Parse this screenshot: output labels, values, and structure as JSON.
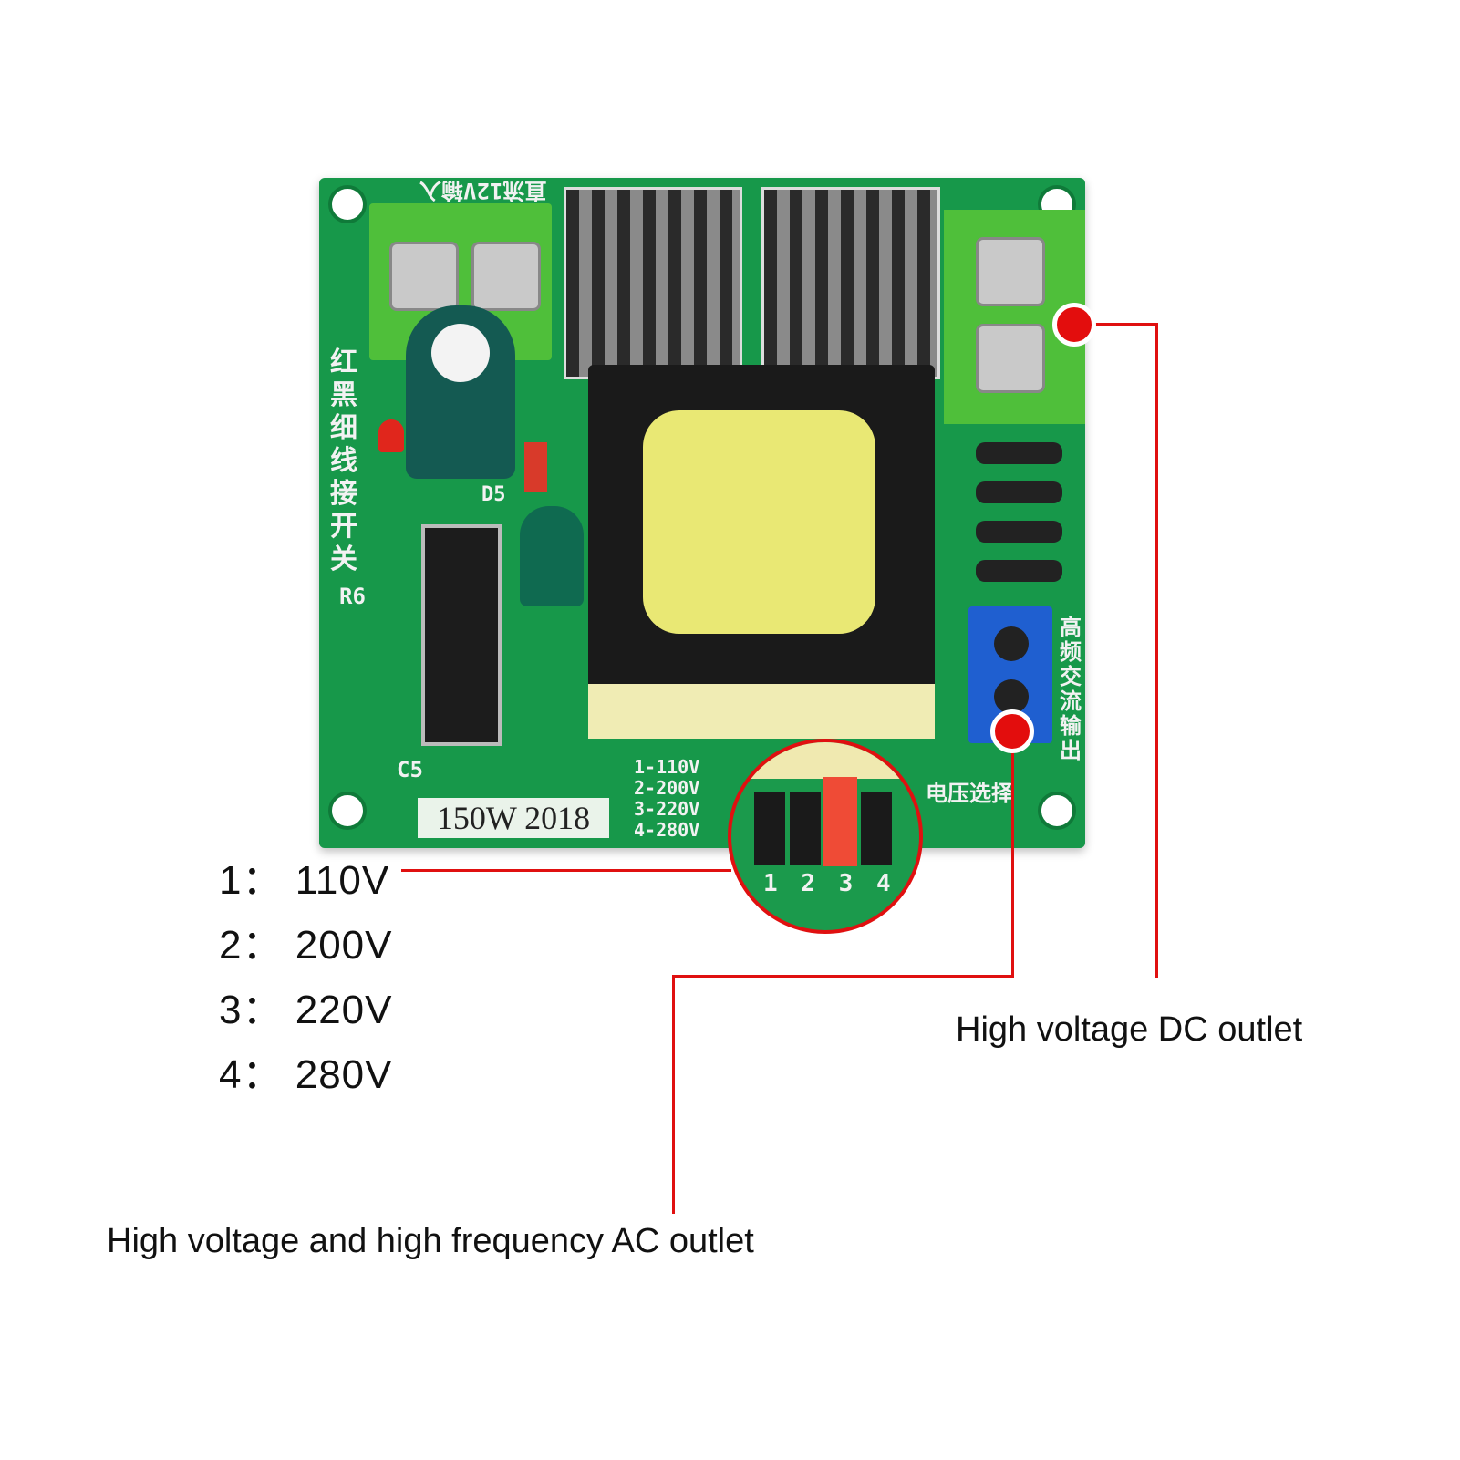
{
  "board": {
    "input_label": "直流12V输入",
    "switch_label": "红黑细线接开关",
    "model_label": "150W 2018",
    "ref_r6": "R6",
    "ref_c5": "C5",
    "ref_d5": "D5",
    "voltage_table": [
      "1-110V",
      "2-200V",
      "3-220V",
      "4-280V"
    ],
    "voltage_select_label": "电压选择",
    "ac_output_label": "高频交流输出",
    "jumper_pins": [
      "1",
      "2",
      "3",
      "4"
    ]
  },
  "voltage_legend": [
    {
      "num": "1：",
      "value": "110V"
    },
    {
      "num": "2：",
      "value": "200V"
    },
    {
      "num": "3：",
      "value": "220V"
    },
    {
      "num": "4：",
      "value": "280V"
    }
  ],
  "callouts": {
    "dc_outlet": "High voltage DC outlet",
    "ac_outlet": "High voltage and high frequency AC outlet"
  },
  "colors": {
    "pcb": "#17984a",
    "callout": "#e01010",
    "terminal_blue": "#1f5fd0",
    "transformer": "#e8e870"
  }
}
